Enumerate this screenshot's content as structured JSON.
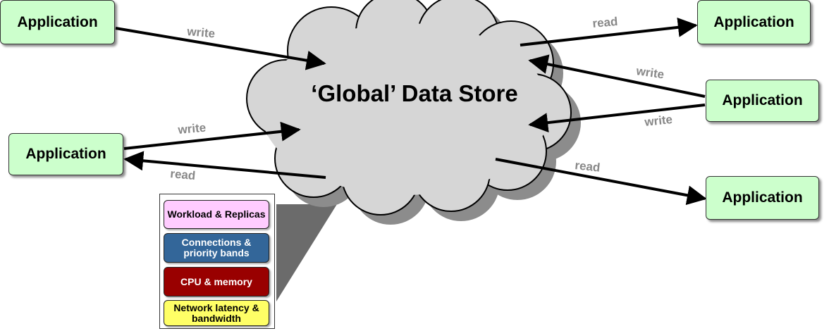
{
  "cloud": {
    "title": "‘Global’ Data Store"
  },
  "applications": [
    {
      "label": "Application"
    },
    {
      "label": "Application"
    },
    {
      "label": "Application"
    },
    {
      "label": "Application"
    },
    {
      "label": "Application"
    }
  ],
  "flows": [
    {
      "label": "write"
    },
    {
      "label": "write"
    },
    {
      "label": "read"
    },
    {
      "label": "read"
    },
    {
      "label": "write"
    },
    {
      "label": "write"
    },
    {
      "label": "read"
    }
  ],
  "legend": {
    "items": [
      {
        "label": "Workload & Replicas",
        "color": "#ffccff"
      },
      {
        "label": "Connections & priority bands",
        "color": "#336699"
      },
      {
        "label": "CPU & memory",
        "color": "#990000"
      },
      {
        "label": "Network latency & bandwidth",
        "color": "#ffff66"
      }
    ]
  },
  "colors": {
    "cloud_fill": "#d6d6d6",
    "cloud_shadow": "#8c8c8c",
    "app_fill": "#ccffcc",
    "flow_label": "#888888",
    "arrow": "#000000"
  }
}
